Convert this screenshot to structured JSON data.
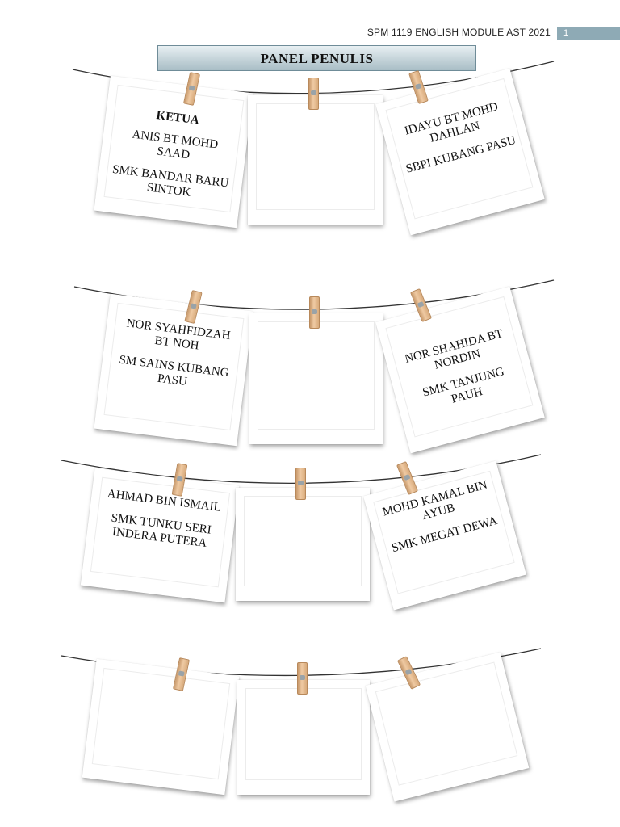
{
  "header": {
    "module_title": "SPM 1119 ENGLISH MODULE AST 2021",
    "page_number": "1"
  },
  "title": "PANEL PENULIS",
  "rows": [
    {
      "cards": [
        {
          "role": "KETUA",
          "name": "ANIS BT MOHD SAAD",
          "school": "SMK BANDAR BARU SINTOK"
        },
        {
          "role": "",
          "name": "",
          "school": ""
        },
        {
          "role": "",
          "name": "IDAYU BT MOHD DAHLAN",
          "school": "SBPI KUBANG PASU"
        }
      ]
    },
    {
      "cards": [
        {
          "role": "",
          "name": "NOR SYAHFIDZAH BT NOH",
          "school": "SM SAINS KUBANG PASU"
        },
        {
          "role": "",
          "name": "",
          "school": ""
        },
        {
          "role": "",
          "name": "NOR SHAHIDA BT NORDIN",
          "school": "SMK TANJUNG PAUH"
        }
      ]
    },
    {
      "cards": [
        {
          "role": "",
          "name": "AHMAD BIN ISMAIL",
          "school": "SMK TUNKU SERI INDERA PUTERA"
        },
        {
          "role": "",
          "name": "",
          "school": ""
        },
        {
          "role": "",
          "name": "MOHD KAMAL BIN AYUB",
          "school": "SMK MEGAT DEWA"
        }
      ]
    },
    {
      "cards": [
        {
          "role": "",
          "name": "",
          "school": ""
        },
        {
          "role": "",
          "name": "",
          "school": ""
        },
        {
          "role": "",
          "name": "",
          "school": ""
        }
      ]
    }
  ]
}
